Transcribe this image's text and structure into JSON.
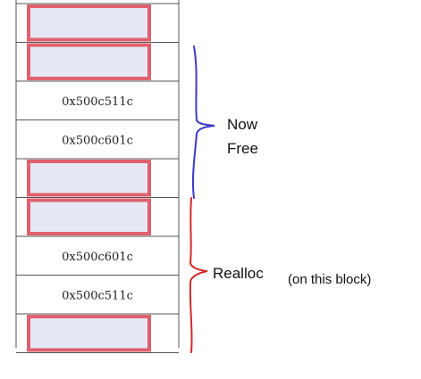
{
  "memory_column": {
    "cells": [
      {
        "kind": "block"
      },
      {
        "kind": "block"
      },
      {
        "kind": "address",
        "text": "0x500c511c"
      },
      {
        "kind": "address",
        "text": "0x500c601c"
      },
      {
        "kind": "block"
      },
      {
        "kind": "block"
      },
      {
        "kind": "address",
        "text": "0x500c601c"
      },
      {
        "kind": "address",
        "text": "0x500c511c"
      },
      {
        "kind": "block"
      }
    ]
  },
  "annotations": {
    "now_free": {
      "line1": "Now",
      "line2": "Free",
      "color": "#3a3ac8"
    },
    "realloc": {
      "label": "Realloc",
      "note": "(on this block)",
      "color": "#d42a2a"
    }
  },
  "colors": {
    "block_fill": "#e6e8f4",
    "block_border": "#e0606e",
    "grid_line": "#555555"
  }
}
